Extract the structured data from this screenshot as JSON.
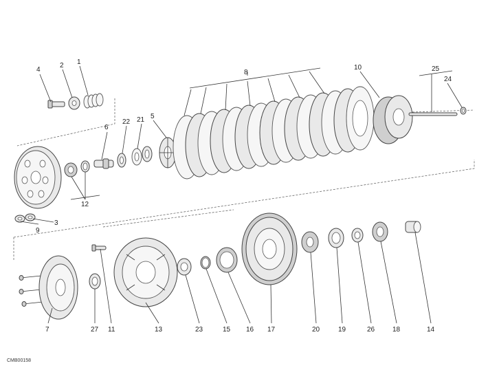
{
  "drawing_code": "CMB00158",
  "callouts": {
    "p1": "1",
    "p2": "2",
    "p3": "3",
    "p4": "4",
    "p5": "5",
    "p6": "6",
    "p7": "7",
    "p8": "8",
    "p9": "9",
    "p10": "10",
    "p11": "11",
    "p12": "12",
    "p13": "13",
    "p14": "14",
    "p15": "15",
    "p16": "16",
    "p17": "17",
    "p18": "18",
    "p19": "19",
    "p20": "20",
    "p21": "21",
    "p22": "22",
    "p23": "23",
    "p24": "24",
    "p25": "25",
    "p26": "26",
    "p27": "27"
  }
}
